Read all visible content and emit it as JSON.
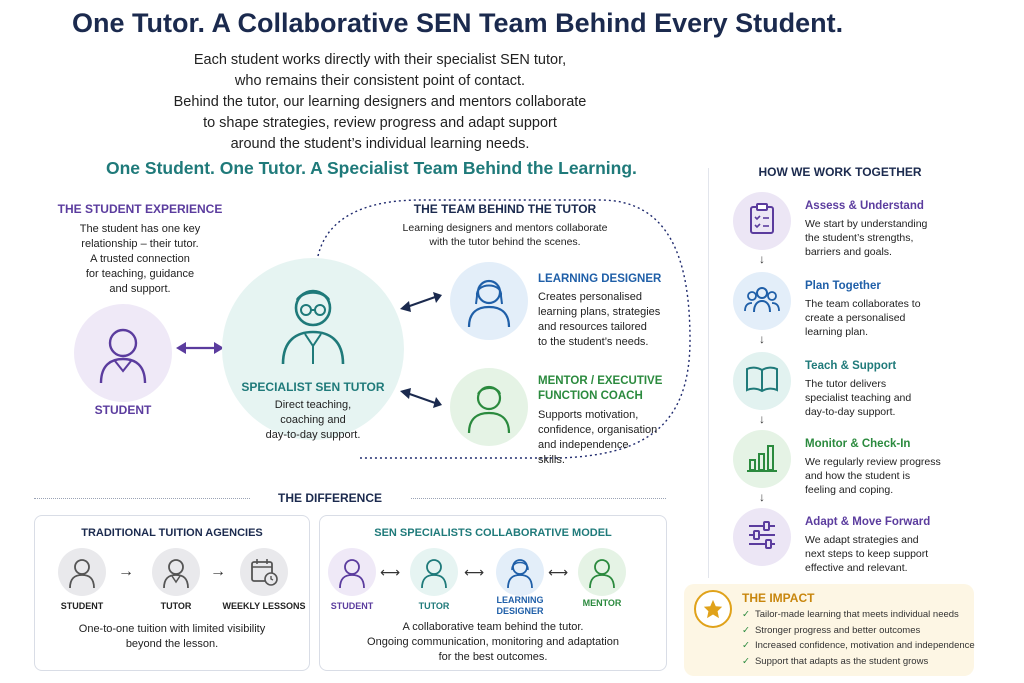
{
  "title": "One Tutor. A Collaborative SEN Team Behind Every Student.",
  "intro": [
    "Each student works directly with their specialist SEN tutor,",
    "who remains their consistent point of contact.",
    "Behind the tutor, our learning designers and mentors collaborate",
    "to shape strategies, review progress and adapt support",
    "around the student’s individual learning needs."
  ],
  "subtitle": "One Student. One Tutor. A Specialist Team Behind the Learning.",
  "student_experience": {
    "heading": "THE STUDENT EXPERIENCE",
    "text": [
      "The student has one key",
      "relationship – their tutor.",
      "A trusted connection",
      "for teaching, guidance",
      "and support."
    ],
    "student_label": "STUDENT"
  },
  "tutor": {
    "label": "SPECIALIST SEN TUTOR",
    "text": [
      "Direct teaching,",
      "coaching and",
      "day-to-day support."
    ]
  },
  "team": {
    "heading": "THE TEAM BEHIND THE TUTOR",
    "text": [
      "Learning designers and mentors collaborate",
      "with the tutor behind the scenes."
    ],
    "designer": {
      "title": "LEARNING DESIGNER",
      "text": [
        "Creates personalised",
        "learning plans, strategies",
        "and resources tailored",
        "to the student’s needs."
      ]
    },
    "mentor": {
      "title": [
        "MENTOR / EXECUTIVE",
        "FUNCTION COACH"
      ],
      "text": [
        "Supports motivation,",
        "confidence, organisation",
        "and independence",
        "skills."
      ]
    }
  },
  "how": {
    "heading": "HOW WE WORK TOGETHER",
    "steps": [
      {
        "title": "Assess & Understand",
        "text": [
          "We start by understanding",
          "the student’s strengths,",
          "barriers and goals."
        ],
        "icon": "clipboard-icon",
        "color": "#5b3c9e",
        "bg": "#ece6f5"
      },
      {
        "title": "Plan Together",
        "text": [
          "The team collaborates to",
          "create a personalised",
          "learning plan."
        ],
        "icon": "group-icon",
        "color": "#1f5fa8",
        "bg": "#e3eef9"
      },
      {
        "title": "Teach & Support",
        "text": [
          "The tutor delivers",
          "specialist teaching and",
          "day-to-day support."
        ],
        "icon": "book-icon",
        "color": "#1f7a7a",
        "bg": "#e2f2f0"
      },
      {
        "title": "Monitor & Check-In",
        "text": [
          "We regularly review progress",
          "and how the student is",
          "feeling and coping."
        ],
        "icon": "bar-chart-icon",
        "color": "#2b8a3e",
        "bg": "#e5f3e5"
      },
      {
        "title": "Adapt & Move Forward",
        "text": [
          "We adapt strategies and",
          "next steps to keep support",
          "effective and relevant."
        ],
        "icon": "sliders-icon",
        "color": "#5b3c9e",
        "bg": "#ece6f5"
      }
    ]
  },
  "impact": {
    "heading": "THE IMPACT",
    "items": [
      "Tailor-made learning that meets individual needs",
      "Stronger progress and better outcomes",
      "Increased confidence, motivation and independence",
      "Support that adapts as the student grows"
    ]
  },
  "difference": {
    "heading": "THE DIFFERENCE",
    "traditional": {
      "heading": "TRADITIONAL TUITION AGENCIES",
      "labels": [
        "STUDENT",
        "TUTOR",
        "WEEKLY LESSONS"
      ],
      "text": [
        "One-to-one tuition with limited visibility",
        "beyond the lesson."
      ]
    },
    "collaborative": {
      "heading": "SEN SPECIALISTS COLLABORATIVE MODEL",
      "labels": [
        "STUDENT",
        "TUTOR",
        "LEARNING DESIGNER",
        "MENTOR"
      ],
      "text": [
        "A collaborative team behind the tutor.",
        "Ongoing communication, monitoring and adaptation",
        "for the best outcomes."
      ]
    }
  },
  "colors": {
    "navy": "#1b2a4e",
    "purple": "#5b3c9e",
    "teal": "#1f7a7a",
    "blue": "#1f5fa8",
    "green": "#2b8a3e",
    "gold": "#e0a21a"
  }
}
